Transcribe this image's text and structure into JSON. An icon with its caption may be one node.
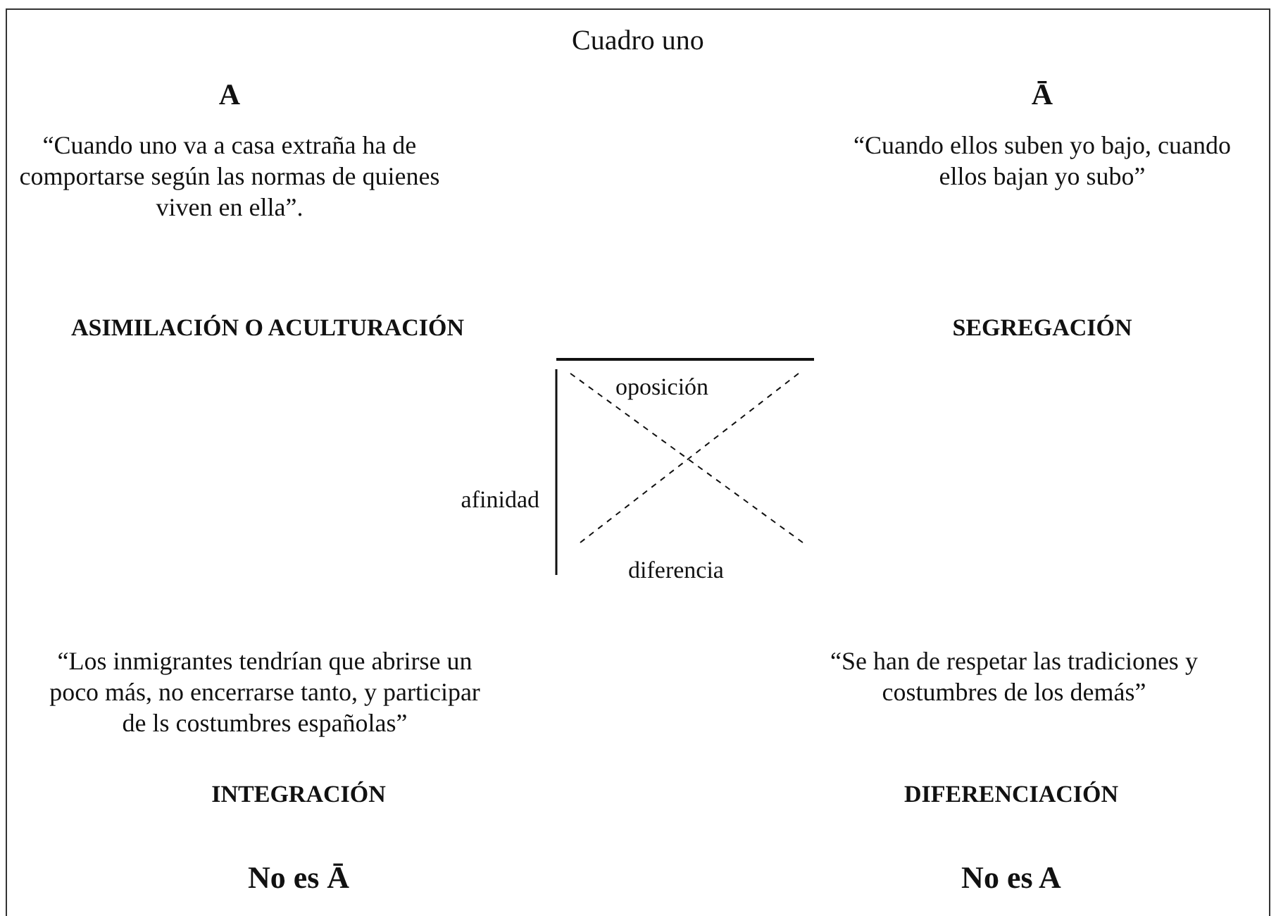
{
  "diagram": {
    "title": "Cuadro uno",
    "labels": [
      "A",
      "Ā",
      "“Cuando uno va a casa extraña ha de comportarse según las normas de quienes viven en ella”.",
      "“Cuando ellos suben yo bajo, cuando ellos bajan yo subo”",
      "ASIMILACIÓN O ACULTURACIÓN",
      "SEGREGACIÓN",
      "oposición",
      "afinidad",
      "diferencia",
      "“Los inmigrantes tendrían que abrirse un poco más, no encerrarse tanto, y participar de ls costumbres españolas”",
      "“Se han de respetar las tradiciones y costumbres de los demás”",
      "INTEGRACIÓN",
      "DIFERENCIACIÓN",
      "No es Ā",
      "No es A"
    ]
  }
}
